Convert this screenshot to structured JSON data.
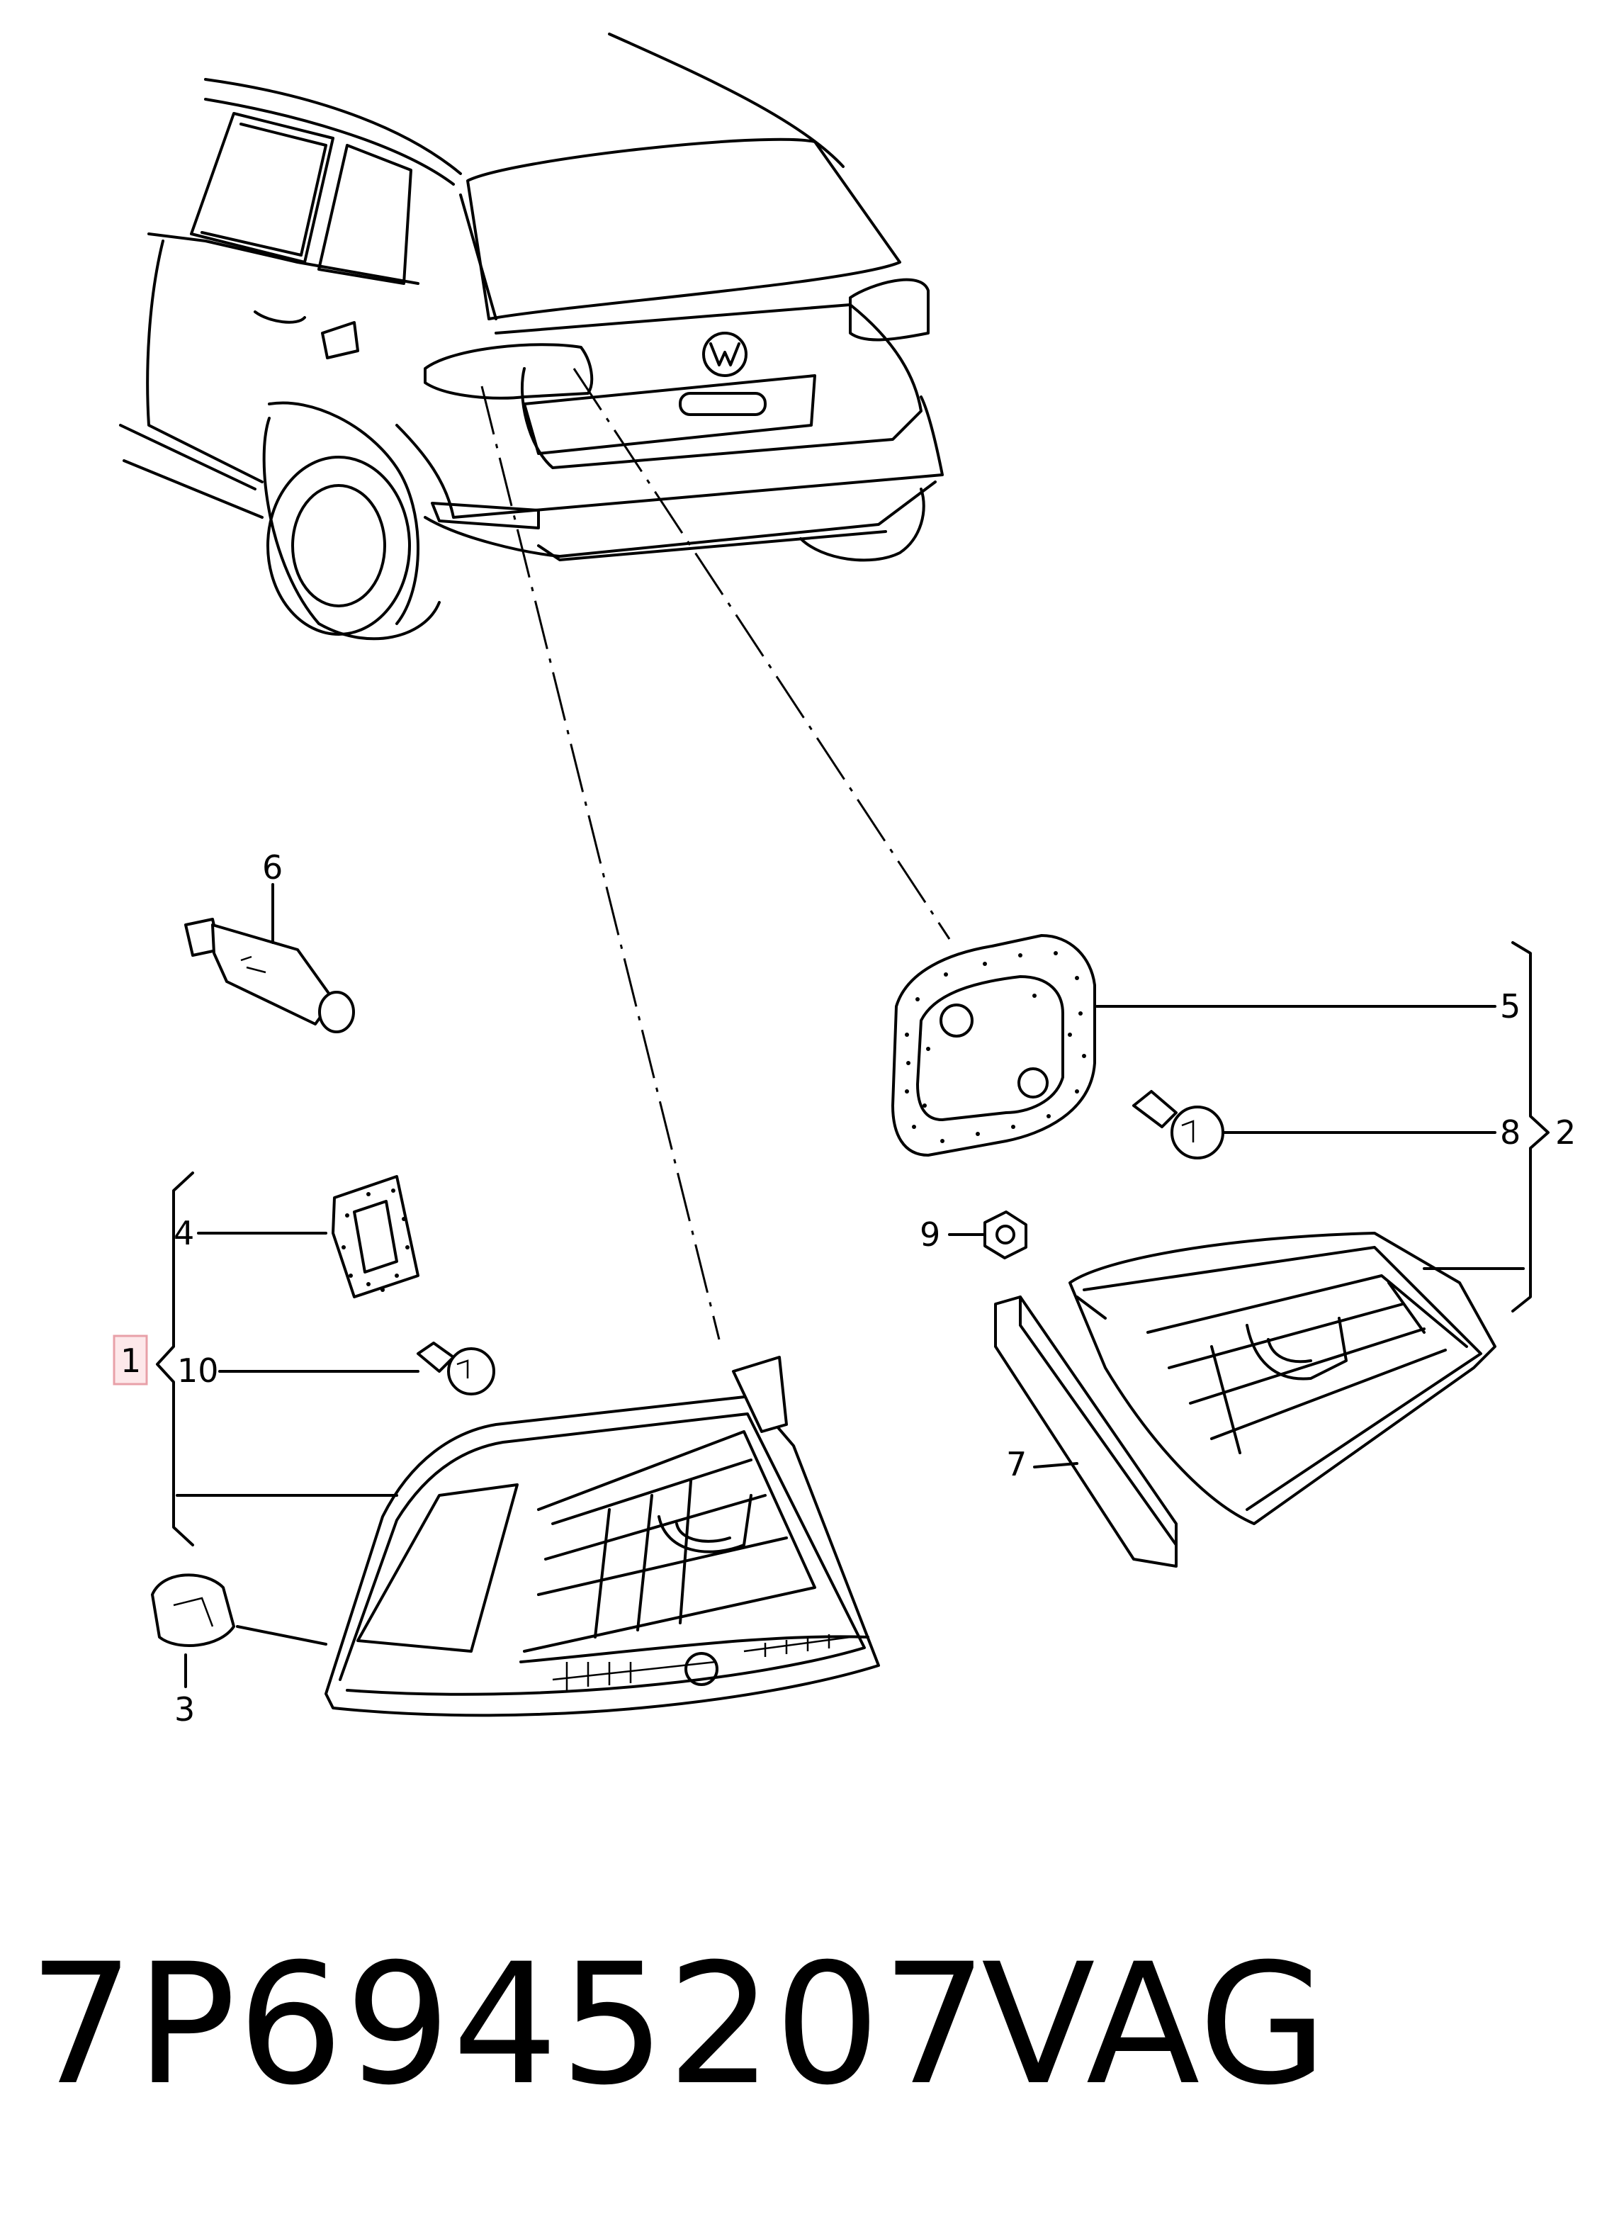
{
  "diagram": {
    "callouts": {
      "c1": "1",
      "c2": "2",
      "c3": "3",
      "c4": "4",
      "c5": "5",
      "c6": "6",
      "c7": "7",
      "c8": "8",
      "c9": "9",
      "c10": "10"
    },
    "highlight_color": "#e8a0a8",
    "line_color": "#000000"
  },
  "footer": {
    "part_number": "7P6945207",
    "brand": "VAG"
  }
}
